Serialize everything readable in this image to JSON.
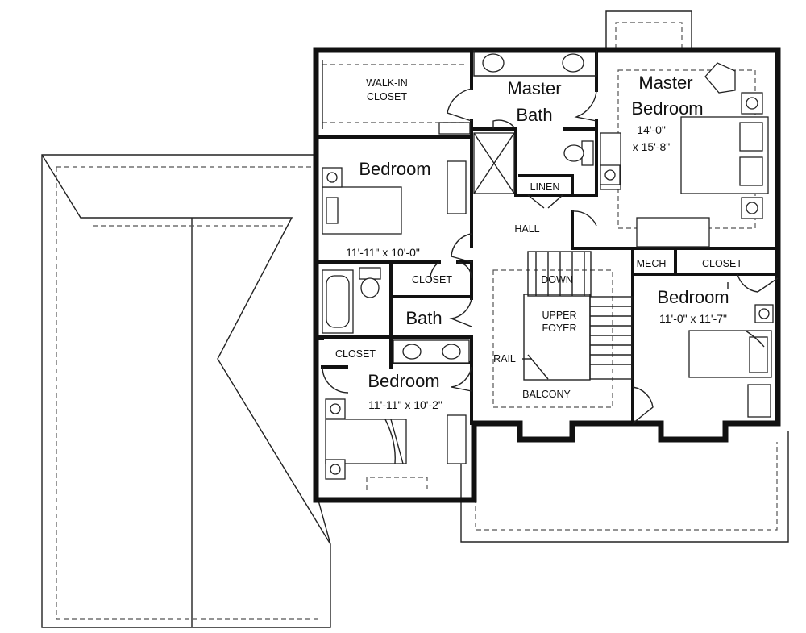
{
  "rooms": {
    "walk_in_closet": [
      "WALK-IN",
      "CLOSET"
    ],
    "master_bath": [
      "Master",
      "Bath"
    ],
    "master_bedroom": {
      "name": [
        "Master",
        "Bedroom"
      ],
      "dims": [
        "14'-0\"",
        "x 15'-8\""
      ]
    },
    "linen": "LINEN",
    "hall": "HALL",
    "bedroom_2": {
      "name": "Bedroom",
      "dims": "11'-11\" x 10'-0\""
    },
    "closet_2": "CLOSET",
    "bath": "Bath",
    "closet_3": "CLOSET",
    "bedroom_3": {
      "name": "Bedroom",
      "dims": "11'-11\" x 10'-2\""
    },
    "mech": "MECH",
    "closet_4": "CLOSET",
    "bedroom_4": {
      "name": "Bedroom",
      "dims": "11'-0\" x 11'-7\""
    },
    "down": "DOWN",
    "upper_foyer": [
      "UPPER",
      "FOYER"
    ],
    "rail": "RAIL",
    "balcony": "BALCONY"
  }
}
